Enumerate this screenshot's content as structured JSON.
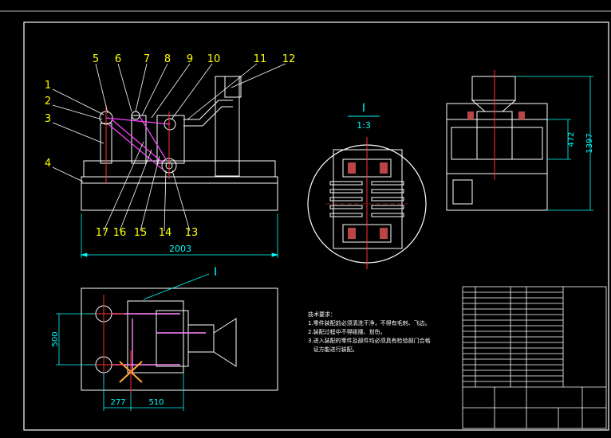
{
  "part_labels": [
    "1",
    "2",
    "3",
    "4",
    "5",
    "6",
    "7",
    "8",
    "9",
    "10",
    "11",
    "12",
    "13",
    "14",
    "15",
    "16",
    "17"
  ],
  "dimensions": {
    "overall_length": "2003",
    "plan_depth": "500",
    "plan_offset_left": "277",
    "plan_offset_right": "510",
    "side_height_inner": "472",
    "side_height_total": "1397"
  },
  "detail": {
    "marker": "I",
    "title": "I",
    "scale": "1:3"
  },
  "technical_notes": [
    "技术要求：",
    "1.零件装配前必须清洗干净，不得有毛刺、飞边。",
    "2.装配过程中不得碰撞、划伤。",
    "3.进入装配的零件及部件均必须具有检验部门合格",
    "   证方能进行装配。"
  ],
  "colors": {
    "background": "#000000",
    "line": "#ffffff",
    "dimension": "#00ffff",
    "centerline": "#ff0000",
    "belt": "#ff44ff",
    "label": "#ffff00"
  }
}
